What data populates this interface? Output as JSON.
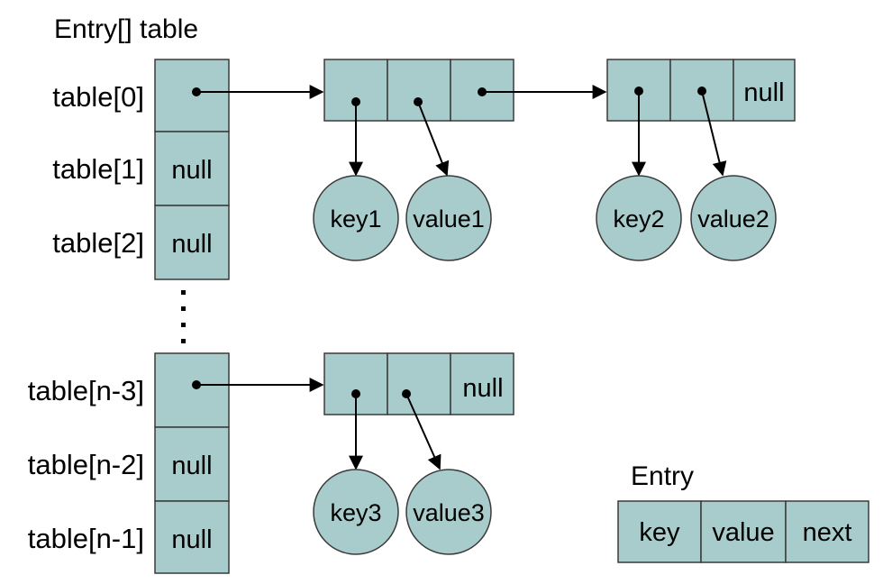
{
  "title": "Entry[] table",
  "table_labels": [
    "table[0]",
    "table[1]",
    "table[2]",
    "table[n-3]",
    "table[n-2]",
    "table[n-1]"
  ],
  "null_text": "null",
  "ellipsis": ":",
  "nodes": {
    "key1": "key1",
    "value1": "value1",
    "key2": "key2",
    "value2": "value2",
    "key3": "key3",
    "value3": "value3"
  },
  "legend": {
    "title": "Entry",
    "fields": [
      "key",
      "value",
      "next"
    ]
  }
}
